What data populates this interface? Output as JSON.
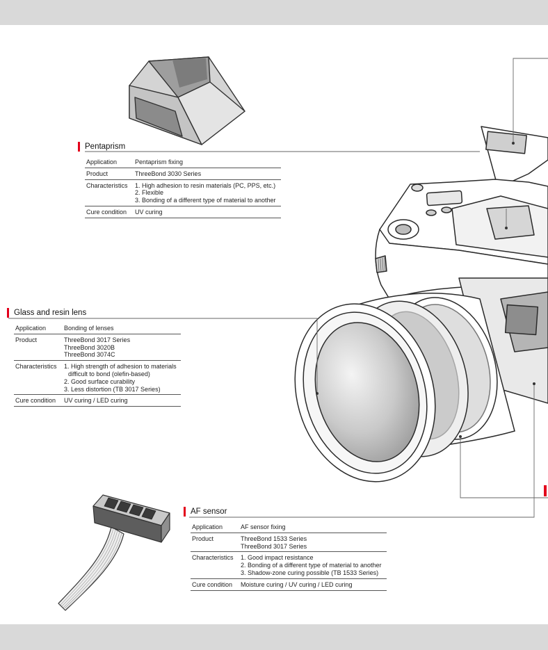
{
  "sections": {
    "pentaprism": {
      "title": "Pentaprism",
      "rows": [
        {
          "key": "Application",
          "values": [
            "Pentaprism fixing"
          ]
        },
        {
          "key": "Product",
          "values": [
            "ThreeBond 3030 Series"
          ]
        },
        {
          "key": "Characteristics",
          "values": [
            "1. High adhesion to resin materials (PC, PPS, etc.)",
            "2. Flexible",
            "3. Bonding of a different type of material to another"
          ]
        },
        {
          "key": "Cure condition",
          "values": [
            "UV curing"
          ]
        }
      ]
    },
    "lens": {
      "title": "Glass and resin lens",
      "rows": [
        {
          "key": "Application",
          "values": [
            "Bonding of lenses"
          ]
        },
        {
          "key": "Product",
          "values": [
            "ThreeBond 3017 Series",
            "ThreeBond 3020B",
            "ThreeBond 3074C"
          ]
        },
        {
          "key": "Characteristics",
          "values": [
            "1. High strength of adhesion to materials",
            "difficult to bond (olefin-based)",
            "2. Good surface curability",
            "3. Less distortion (TB 3017 Series)"
          ]
        },
        {
          "key": "Cure condition",
          "values": [
            "UV curing / LED curing"
          ]
        }
      ]
    },
    "af_sensor": {
      "title": "AF sensor",
      "rows": [
        {
          "key": "Application",
          "values": [
            "AF sensor fixing"
          ]
        },
        {
          "key": "Product",
          "values": [
            "ThreeBond 1533 Series",
            "ThreeBond 3017 Series"
          ]
        },
        {
          "key": "Characteristics",
          "values": [
            "1. Good impact resistance",
            "2. Bonding of a different type of material to another",
            "3. Shadow-zone curing possible (TB 1533 Series)"
          ]
        },
        {
          "key": "Cure condition",
          "values": [
            "Moisture curing / UV curing / LED curing"
          ]
        }
      ]
    }
  }
}
